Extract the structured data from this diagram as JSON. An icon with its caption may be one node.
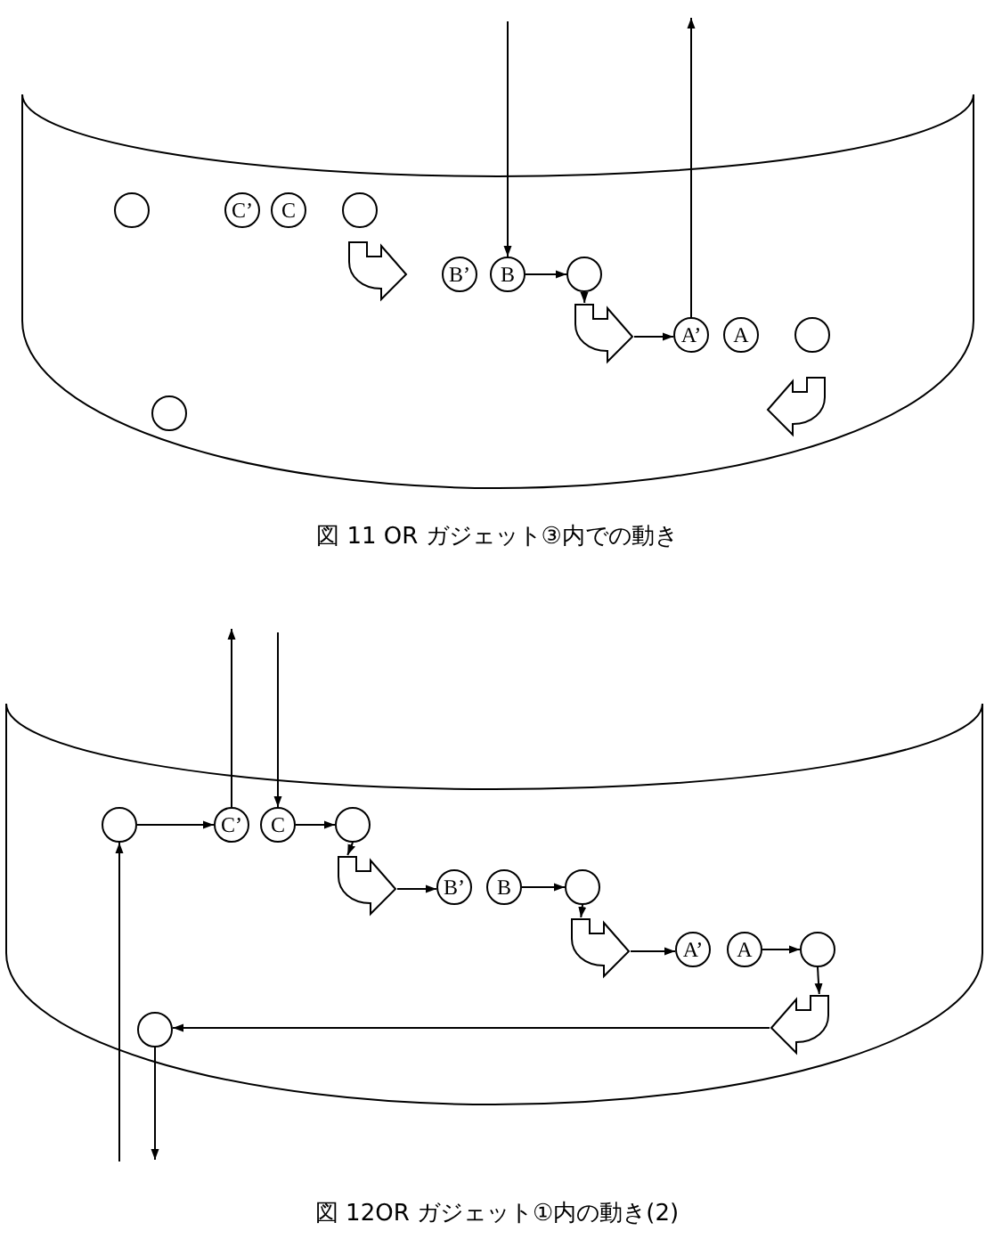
{
  "diagram": {
    "nodes": [
      {
        "text": [],
        "shape": "cylinder"
      },
      {
        "text": [],
        "shape": "circle",
        "in": 0
      },
      {
        "text": [
          "C’"
        ],
        "in": 0
      },
      {
        "text": [
          "C"
        ],
        "in": 0
      },
      {
        "text": [],
        "shape": "circle",
        "in": 0
      },
      {
        "text": [],
        "shape": "arrow",
        "in": 0
      },
      {
        "text": [
          "B’"
        ],
        "in": 0
      },
      {
        "text": [
          "B"
        ],
        "in": 0
      },
      {
        "text": [],
        "shape": "circle",
        "in": 0
      },
      {
        "text": [],
        "shape": "arrow",
        "in": 0
      },
      {
        "text": [
          "A’"
        ],
        "in": 0
      },
      {
        "text": [
          "A"
        ],
        "in": 0
      },
      {
        "text": [],
        "shape": "circle",
        "in": 0
      },
      {
        "text": [],
        "shape": "arrow",
        "in": 0
      },
      {
        "text": [],
        "shape": "circle",
        "in": 0
      },
      {
        "text": [],
        "shape": "cylinder"
      },
      {
        "text": [],
        "shape": "circle",
        "in": 15
      },
      {
        "text": [
          "C’"
        ],
        "in": 15
      },
      {
        "text": [
          "C"
        ],
        "in": 15
      },
      {
        "text": [],
        "shape": "circle",
        "in": 15
      },
      {
        "text": [],
        "shape": "arrow",
        "in": 15
      },
      {
        "text": [
          "B’"
        ],
        "in": 15
      },
      {
        "text": [
          "B"
        ],
        "in": 15
      },
      {
        "text": [],
        "shape": "circle",
        "in": 15
      },
      {
        "text": [],
        "shape": "arrow",
        "in": 15
      },
      {
        "text": [
          "A’"
        ],
        "in": 15
      },
      {
        "text": [
          "A"
        ],
        "in": 15
      },
      {
        "text": [],
        "shape": "circle",
        "in": 15
      },
      {
        "text": [],
        "shape": "arrow",
        "in": 15
      },
      {
        "text": [],
        "shape": "circle",
        "in": 15
      }
    ],
    "edges": [
      {
        "from": null,
        "to": 7,
        "arrow": "to"
      },
      {
        "from": 7,
        "to": 8,
        "arrow": "to"
      },
      {
        "from": 8,
        "to": 9,
        "arrow": "to"
      },
      {
        "from": 9,
        "to": 10,
        "arrow": "to"
      },
      {
        "from": 10,
        "to": null,
        "arrow": "to"
      },
      {
        "from": 16,
        "to": 17,
        "arrow": "to"
      },
      {
        "from": null,
        "to": 18,
        "arrow": "to"
      },
      {
        "from": 18,
        "to": 19,
        "arrow": "to"
      },
      {
        "from": 19,
        "to": 20,
        "arrow": "to"
      },
      {
        "from": 20,
        "to": 21,
        "arrow": "to"
      },
      {
        "from": 22,
        "to": 23,
        "arrow": "to"
      },
      {
        "from": 23,
        "to": 24,
        "arrow": "to"
      },
      {
        "from": 24,
        "to": 25,
        "arrow": "to"
      },
      {
        "from": 26,
        "to": 27,
        "arrow": "to"
      },
      {
        "from": 27,
        "to": 28,
        "arrow": "to"
      },
      {
        "from": 28,
        "to": 29,
        "arrow": "to"
      },
      {
        "from": 29,
        "to": null,
        "arrow": "to"
      },
      {
        "from": null,
        "to": 16,
        "arrow": "to"
      },
      {
        "from": 17,
        "to": null,
        "arrow": "to"
      }
    ],
    "labels": [
      "図 11 OR ガジェット③内での動き",
      "図 12OR ガジェット①内の動き(2)"
    ]
  }
}
